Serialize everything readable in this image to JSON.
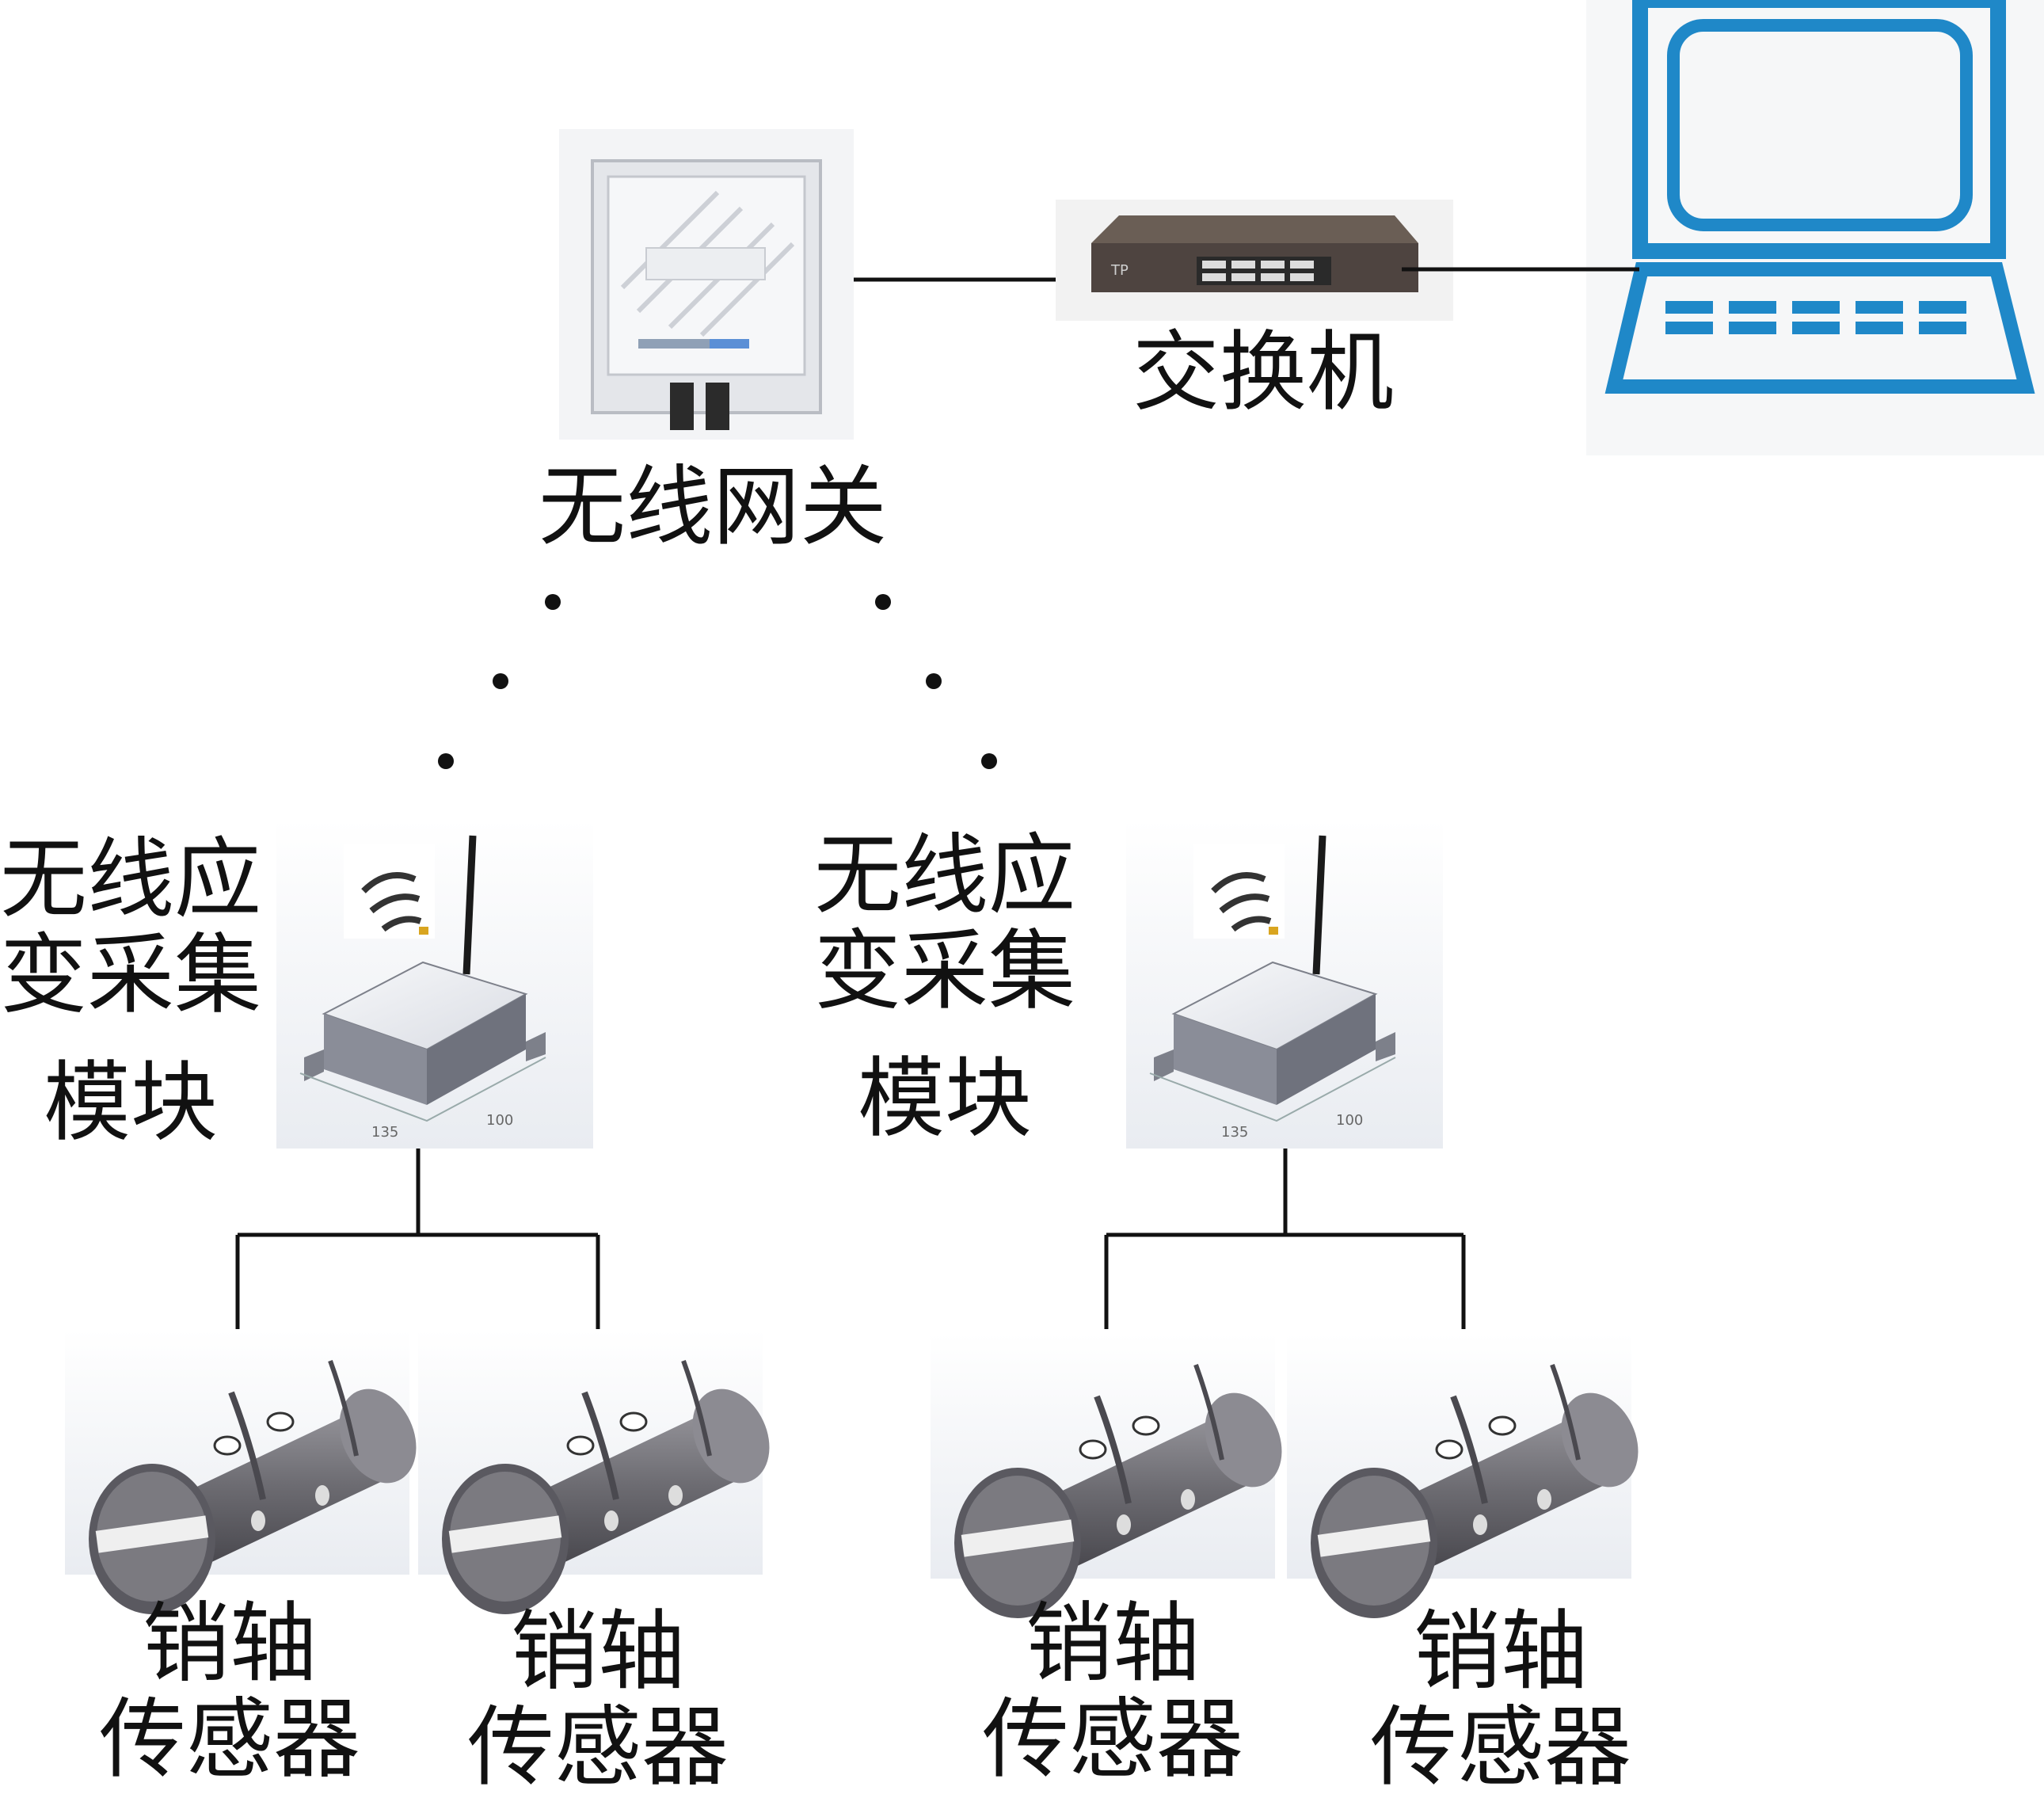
{
  "nodes": {
    "switch": {
      "label": "交换机",
      "icon": "network-switch-icon"
    },
    "computer": {
      "icon": "laptop-computer-icon",
      "accent": "#1f88c8"
    },
    "gateway": {
      "label": "无线网关",
      "icon": "wireless-gateway-icon"
    },
    "acq_left": {
      "lines": [
        "无线应",
        "变采集",
        "模块"
      ],
      "icon": "wireless-module-icon"
    },
    "acq_right": {
      "lines": [
        "无线应",
        "变采集",
        "模块"
      ],
      "icon": "wireless-module-icon"
    },
    "sensors": [
      {
        "lines": [
          "销轴",
          "传感器"
        ],
        "icon": "pin-sensor-icon"
      },
      {
        "lines": [
          "销轴",
          "传感器"
        ],
        "icon": "pin-sensor-icon"
      },
      {
        "lines": [
          "销轴",
          "传感器"
        ],
        "icon": "pin-sensor-icon"
      },
      {
        "lines": [
          "销轴",
          "传感器"
        ],
        "icon": "pin-sensor-icon"
      }
    ]
  },
  "links": [
    {
      "from": "gateway",
      "to": "switch",
      "style": "wired"
    },
    {
      "from": "switch",
      "to": "computer",
      "style": "wired"
    },
    {
      "from": "gateway",
      "to": "acq_left",
      "style": "wireless-dotted"
    },
    {
      "from": "gateway",
      "to": "acq_right",
      "style": "wireless-dotted"
    },
    {
      "from": "acq_left",
      "to": "sensors.0",
      "style": "wired"
    },
    {
      "from": "acq_left",
      "to": "sensors.1",
      "style": "wired"
    },
    {
      "from": "acq_right",
      "to": "sensors.2",
      "style": "wired"
    },
    {
      "from": "acq_right",
      "to": "sensors.3",
      "style": "wired"
    }
  ],
  "colors": {
    "line": "#111111",
    "device_gray": "#8a8d98",
    "sensor_gray": "#6e6d73"
  }
}
